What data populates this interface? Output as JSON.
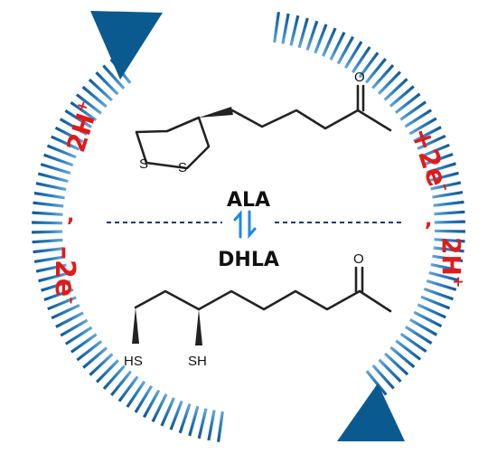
{
  "diagram": {
    "top_molecule_name": "ALA",
    "bottom_molecule_name": "DHLA",
    "right_top_label": {
      "sign": "+",
      "text": "2e",
      "sup": "–"
    },
    "right_bottom_label": {
      "text": "2H",
      "sup": "+"
    },
    "left_top_label": {
      "text": "2H",
      "sup": "+"
    },
    "left_bottom_label": {
      "sign": "–",
      "text": "2e",
      "sup": "–"
    },
    "separator_marks": [
      ",",
      ","
    ],
    "atoms": {
      "ala_s1": "S",
      "ala_s2": "S",
      "ala_o": "O",
      "dhla_hs": "HS",
      "dhla_sh": "SH",
      "dhla_o": "O"
    },
    "colors": {
      "arrow_dark": "#0b4f8a",
      "arrow_mid": "#2e7fc1",
      "arrow_light": "#8fc3e8",
      "equilibrium_arrow": "#1e88e5",
      "charge_text": "#e01a1a",
      "dashed_line": "#1a3a6b"
    }
  }
}
